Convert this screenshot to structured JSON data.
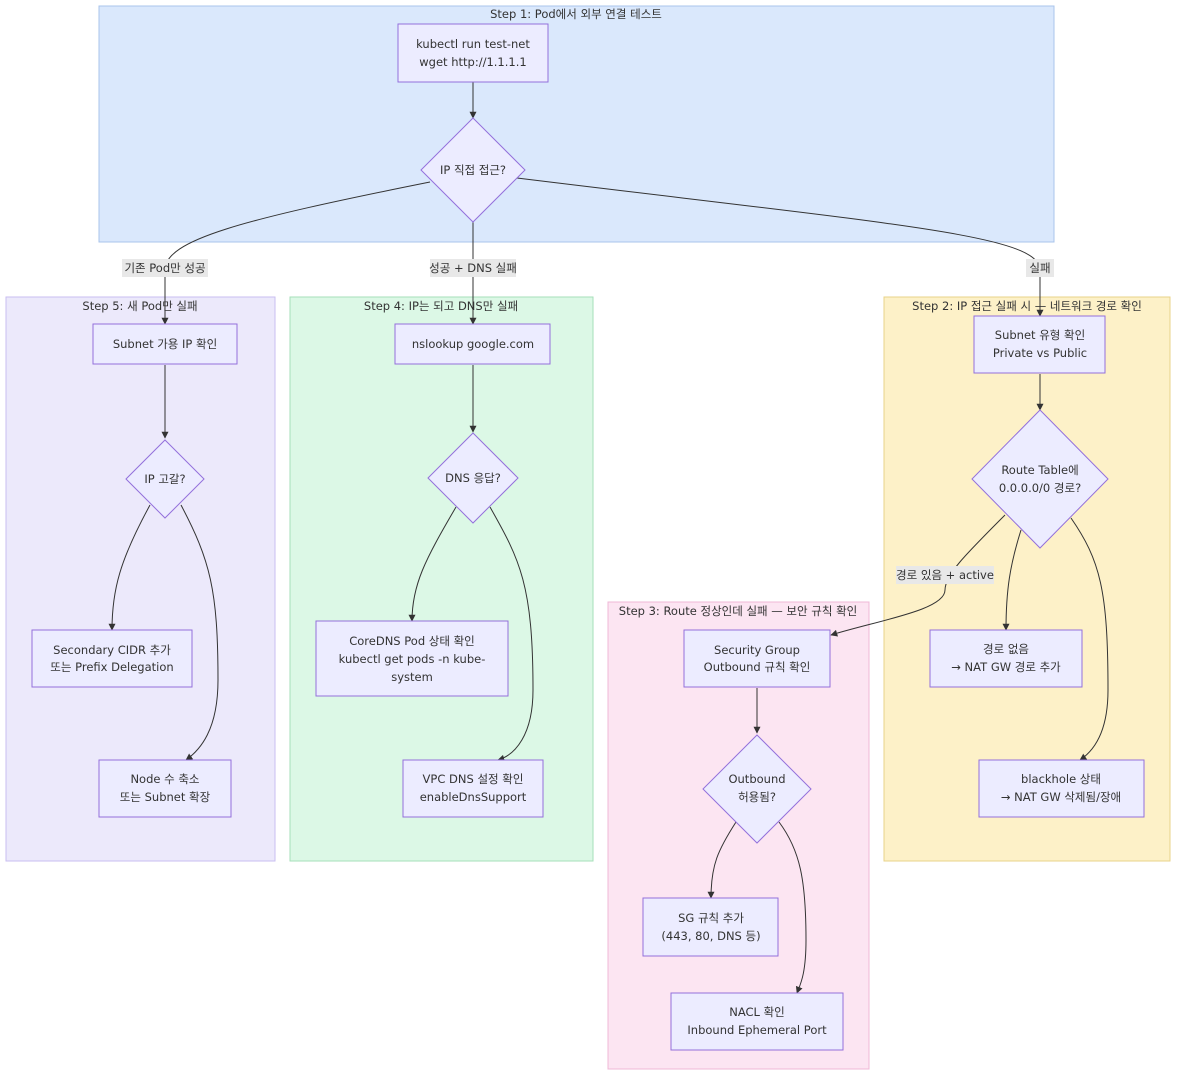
{
  "clusters": [
    {
      "id": "step1",
      "title": "Step 1: Pod에서 외부 연결 테스트",
      "fill": "#dae8fc",
      "stroke": "#a9c4eb"
    },
    {
      "id": "step5",
      "title": "Step 5: 새 Pod만 실패",
      "fill": "#ece9fb",
      "stroke": "#c9bef0"
    },
    {
      "id": "step4",
      "title": "Step 4: IP는 되고 DNS만 실패",
      "fill": "#dcf8e6",
      "stroke": "#a6dfb9"
    },
    {
      "id": "step2",
      "title": "Step 2: IP 접근 실패 시 — 네트워크 경로 확인",
      "fill": "#fdf1c8",
      "stroke": "#e8d38a"
    },
    {
      "id": "step3",
      "title": "Step 3: Route 정상인데 실패 — 보안 규칙 확인",
      "fill": "#fce5f2",
      "stroke": "#efb8d7"
    }
  ],
  "nodes": {
    "kubectl_run": {
      "lines": [
        "kubectl run test-net",
        "wget http://1.1.1.1"
      ]
    },
    "ip_direct": {
      "lines": [
        "IP 직접 접근?"
      ]
    },
    "subnet_ip": {
      "lines": [
        "Subnet 가용 IP 확인"
      ]
    },
    "ip_exhausted": {
      "lines": [
        "IP 고갈?"
      ]
    },
    "secondary_cidr": {
      "lines": [
        "Secondary CIDR 추가",
        "또는 Prefix Delegation"
      ]
    },
    "node_scale": {
      "lines": [
        "Node 수 축소",
        "또는 Subnet 확장"
      ]
    },
    "nslookup": {
      "lines": [
        "nslookup google.com"
      ]
    },
    "dns_response": {
      "lines": [
        "DNS 응답?"
      ]
    },
    "coredns": {
      "lines": [
        "CoreDNS Pod 상태 확인",
        "kubectl get pods -n kube-",
        "system"
      ]
    },
    "vpc_dns": {
      "lines": [
        "VPC DNS 설정 확인",
        "enableDnsSupport"
      ]
    },
    "subnet_type": {
      "lines": [
        "Subnet 유형 확인",
        "Private vs Public"
      ]
    },
    "route_table": {
      "lines": [
        "Route Table에",
        "0.0.0.0/0 경로?"
      ]
    },
    "no_route": {
      "lines": [
        "경로 없음",
        "→ NAT GW 경로 추가"
      ]
    },
    "blackhole": {
      "lines": [
        "blackhole 상태",
        "→ NAT GW 삭제됨/장애"
      ]
    },
    "security_group": {
      "lines": [
        "Security Group",
        "Outbound 규칙 확인"
      ]
    },
    "outbound_allowed": {
      "lines": [
        "Outbound",
        "허용됨?"
      ]
    },
    "sg_rule": {
      "lines": [
        "SG 규칙 추가",
        "(443, 80, DNS 등)"
      ]
    },
    "nacl": {
      "lines": [
        "NACL 확인",
        "Inbound Ephemeral Port"
      ]
    }
  },
  "edge_labels": {
    "existing_only": "기존 Pod만 성공",
    "success_dns_fail": "성공 + DNS 실패",
    "fail": "실패",
    "route_active": "경로 있음 + active"
  },
  "colors": {
    "node_fill": "#ececff",
    "node_stroke": "#9370db",
    "edge": "#333333",
    "label_bg": "#e8e8e8"
  }
}
